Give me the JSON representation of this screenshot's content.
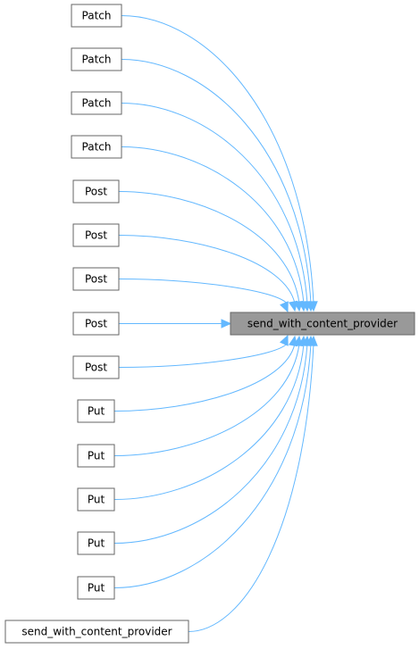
{
  "graph": {
    "target": {
      "label": "send_with_content_provider"
    },
    "callers": [
      {
        "label": "Patch"
      },
      {
        "label": "Patch"
      },
      {
        "label": "Patch"
      },
      {
        "label": "Patch"
      },
      {
        "label": "Post"
      },
      {
        "label": "Post"
      },
      {
        "label": "Post"
      },
      {
        "label": "Post"
      },
      {
        "label": "Post"
      },
      {
        "label": "Put"
      },
      {
        "label": "Put"
      },
      {
        "label": "Put"
      },
      {
        "label": "Put"
      },
      {
        "label": "Put"
      },
      {
        "label": "send_with_content_provider"
      }
    ],
    "colors": {
      "edge": "#63b8ff",
      "target_fill": "#999999",
      "node_border": "#666666",
      "node_fill": "#ffffff"
    }
  }
}
